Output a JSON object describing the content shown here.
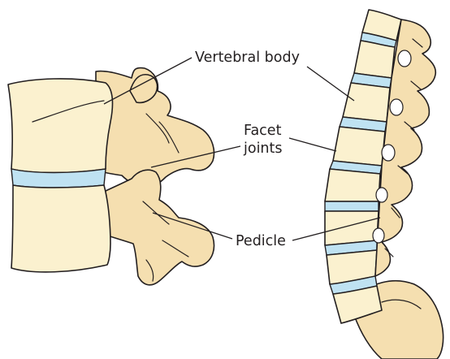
{
  "labels": {
    "vertebral_body": "Vertebral body",
    "facet": "Facet",
    "joints": "joints",
    "pedicle": "Pedicle"
  },
  "colors": {
    "bone_light": "#fbf1cf",
    "bone_mid": "#f5dfb0",
    "bone_shade": "#e8c590",
    "disc": "#bfe2f2",
    "disc_edge": "#7ec6e6",
    "outline": "#231f20",
    "background": "#ffffff"
  }
}
